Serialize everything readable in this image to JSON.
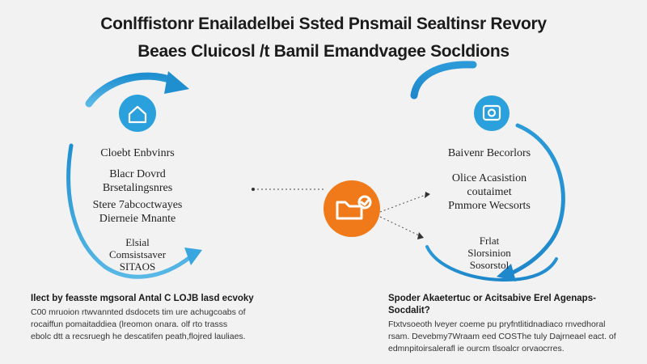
{
  "title": {
    "line1": "Conlffistonr Enailadelbei Ssted Pnsmail Sealtinsr Revory",
    "line2": "Beaes Cluicosl /t Bamil Emandvagee Socldions"
  },
  "left_cycle": {
    "label_top": "Cloebt Enbvinrs",
    "label_mid1": "Blacr Dovrd\nBrsetalingsnres",
    "label_mid2": "Stere 7abcoctwayes\nDierneie Mnante",
    "label_bottom": "Elsial\nComsistsaver\nSITAOS"
  },
  "right_cycle": {
    "label_top": "Baivenr Becorlors",
    "label_mid": "Olice Acasistion\ncoutaimet\nPmmore Wecsorts",
    "label_bottom": "Frlat\nSlorsinion\nSosorstol"
  },
  "notes": {
    "left_head": "Ilect by feasste mgsoral Antal C LOJB lasd ecvoky",
    "left_body": "C00 mruoion rtwvannted dsdocets tim ure achugcoabs of\nrocaiffun pomaitaddiea (lreomon onara. olf rto trasss\nebolc dtt a recsruegh he descatifen peath,flojred lauliaes.",
    "right_head": "Spoder Akaetertuc or Acitsabive Erel Agenaps-Socdalit?",
    "right_body": "Ftxtvsoeoth lveyer coeme pu pryfntlitidnadiaco rnvedhoral\nrsam. Devebmy7Wraam eed COSThe tuly Dajrneael eact. of\nedmnpitoirsalerafl ie ourcm tlsoalcr orvaocrres."
  },
  "colors": {
    "accent_blue": "#2aa0dc",
    "accent_orange": "#f07a1a",
    "background": "#f2f2f2"
  },
  "icons": {
    "left_badge": "house-icon",
    "right_badge": "camera-icon",
    "center_badge": "folder-chat-icon"
  }
}
